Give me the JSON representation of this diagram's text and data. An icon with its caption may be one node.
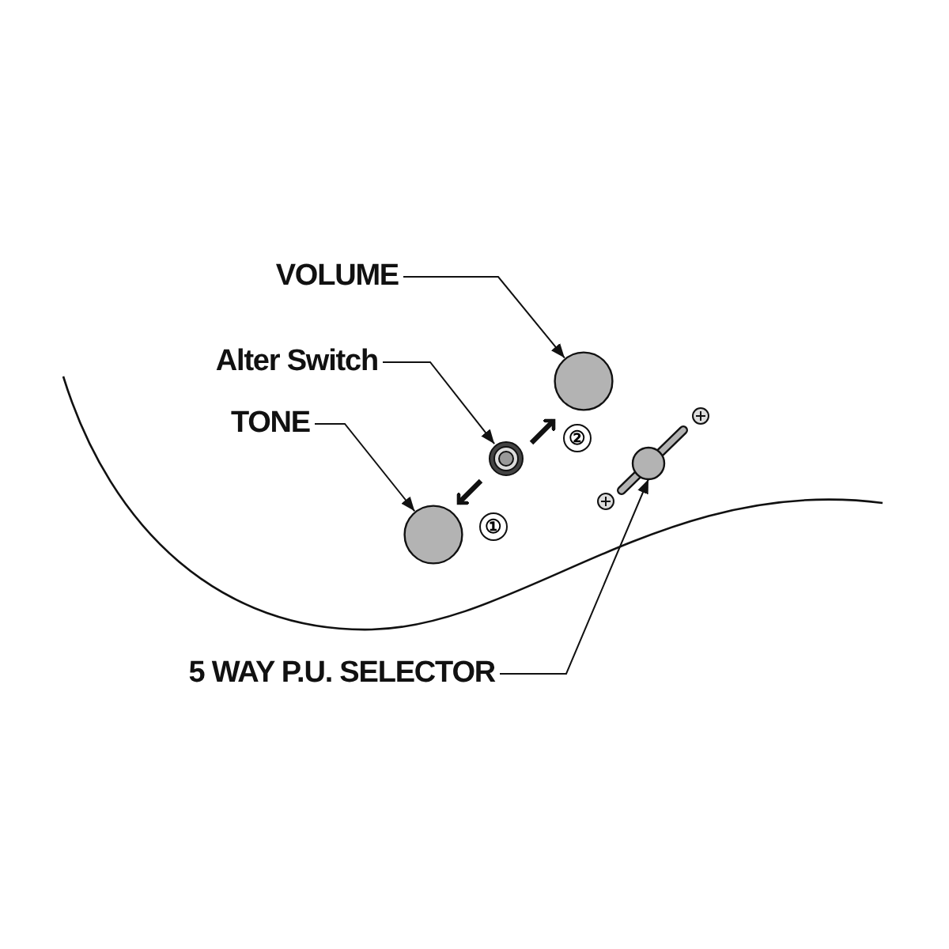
{
  "diagram": {
    "nodes": [
      {
        "text": [
          "VOLUME"
        ]
      },
      {
        "text": [
          "Alter Switch"
        ]
      },
      {
        "text": [
          "TONE"
        ]
      },
      {
        "text": [
          "5 WAY P.U. SELECTOR"
        ]
      },
      {
        "text": [],
        "shape": "circle"
      },
      {
        "text": [],
        "shape": "circle"
      },
      {
        "text": [],
        "shape": "circle"
      },
      {
        "text": [],
        "shape": "picture"
      }
    ],
    "edges": [
      {
        "from": 0,
        "to": 4,
        "arrow": "to"
      },
      {
        "from": 1,
        "to": 5,
        "arrow": "to"
      },
      {
        "from": 2,
        "to": 6,
        "arrow": "to"
      },
      {
        "from": 3,
        "to": 7,
        "arrow": "to"
      }
    ],
    "labels": [
      "②",
      "①"
    ]
  }
}
